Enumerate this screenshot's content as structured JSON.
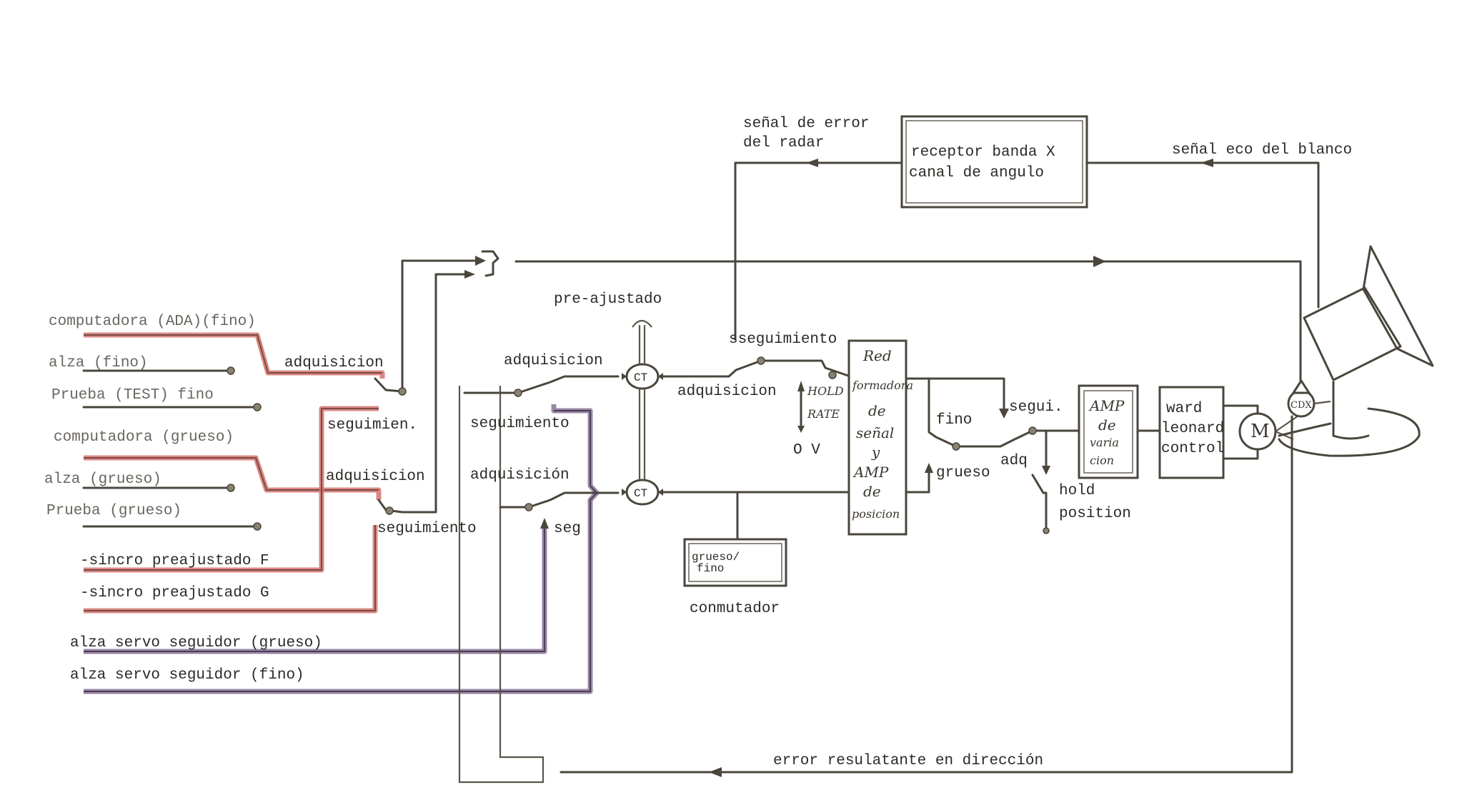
{
  "diagram": {
    "title": "",
    "colors": {
      "ink": "#4a463c",
      "red_wire": "#d47470",
      "purple_wire": "#8e7a9c",
      "background": "#ffffff"
    },
    "inputs": {
      "computadora_ada_fino": "computadora (ADA)(fino)",
      "alza_fino": "alza (fino)",
      "prueba_test_fino": "Prueba (TEST) fino",
      "computadora_grueso": "computadora (grueso)",
      "alza_grueso": "alza (grueso)",
      "prueba_grueso": "Prueba (grueso)",
      "sincro_preajustado_f": "-sincro preajustado F",
      "sincro_preajustado_g": "-sincro preajustado G",
      "alza_servo_seguidor_grueso": "alza servo seguidor (grueso)",
      "alza_servo_seguidor_fino": "alza servo seguidor (fino)"
    },
    "switch_labels": {
      "adquisicion_1": "adquisicion",
      "seguimien": "seguimien.",
      "adquisicion_2": "adquisicion",
      "seguimiento_1": "seguimiento",
      "adquisicion_3": "adquisicion",
      "seguimiento_2": "seguimiento",
      "adquisicion_4": "adquisición",
      "seg": "seg",
      "pre_ajustado": "pre-ajustado",
      "sseguimiento": "sseguimiento",
      "adquisicion_5": "adquisicion",
      "hold_rate_1": "HOLD",
      "hold_rate_2": "RATE",
      "zero_v": "O V",
      "fino": "fino",
      "grueso": "grueso",
      "segui": "segui.",
      "adq": "adq",
      "hold_position_1": "hold",
      "hold_position_2": "position"
    },
    "blocks": {
      "receptor": [
        "receptor banda X",
        "canal de angulo"
      ],
      "red_formadora": [
        "Red",
        "formadora",
        "de",
        "señal",
        "y",
        "AMP",
        "de",
        "posicion"
      ],
      "amp_variacion": [
        "AMP",
        "de",
        "varia",
        "cion"
      ],
      "ward_leonard": [
        "ward",
        "leonard",
        "control"
      ],
      "motor": "M",
      "cdx": "CDX",
      "ct_1": "CT",
      "ct_2": "CT",
      "conmutador_box": [
        "grueso/",
        "fino"
      ],
      "conmutador_label": "conmutador"
    },
    "signals": {
      "senal_error_radar": [
        "señal de error",
        "del radar"
      ],
      "senal_eco_blanco": "señal eco del blanco",
      "error_resultante": "error resulatante en dirección"
    }
  }
}
